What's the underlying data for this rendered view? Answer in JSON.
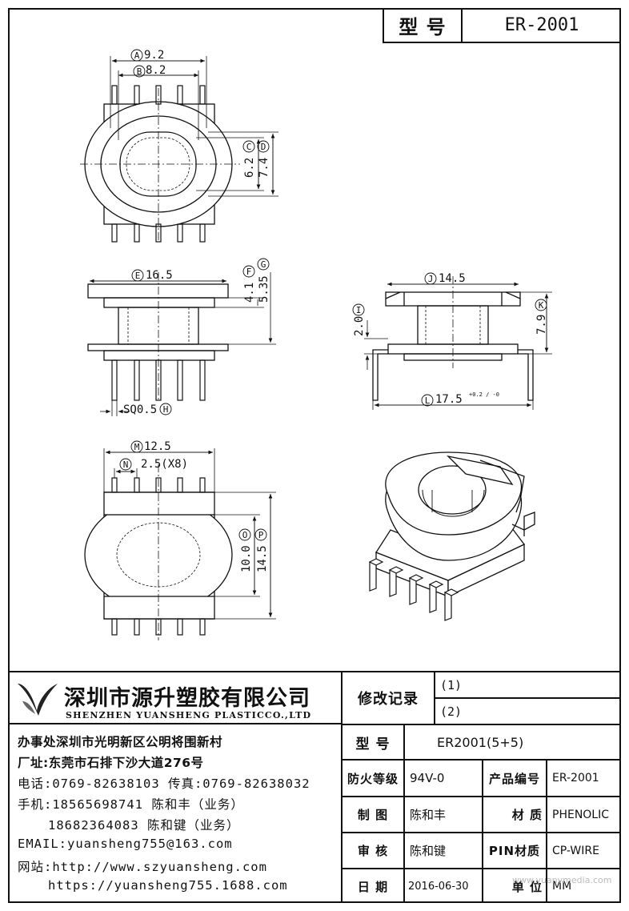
{
  "header": {
    "model_label": "型 号",
    "model_value": "ER-2001"
  },
  "drawing": {
    "top_view": {
      "a": "9.2",
      "b": "8.2",
      "c": "6.2",
      "d": "7.4"
    },
    "front_view": {
      "e": "16.5",
      "f": "4.1",
      "g": "5.35",
      "h": "SQ0.5"
    },
    "side_view": {
      "j": "14.5",
      "i": "2.0",
      "k": "7.9",
      "l": "17.5",
      "l_tol": "+0.2 / -0"
    },
    "bottom_view": {
      "m": "12.5",
      "n": "2.5(X8)",
      "o": "10.0",
      "p": "14.5"
    },
    "letters": [
      "A",
      "B",
      "C",
      "D",
      "E",
      "F",
      "G",
      "H",
      "J",
      "I",
      "K",
      "L",
      "M",
      "N",
      "O",
      "P"
    ]
  },
  "company": {
    "name_cn": "深圳市源升塑胶有限公司",
    "name_en": "SHENZHEN YUANSHENG PLASTICCO.,LTD",
    "office": "办事处深圳市光明新区公明将围新村",
    "factory": "厂址:东莞市石排下沙大道276号",
    "phone": "电话:0769-82638103 传真:0769-82638032",
    "mobile1": "手机:18565698741 陈和丰（业务）",
    "mobile2": "18682364083 陈和键（业务）",
    "email": "EMAIL:yuansheng755@163.com",
    "web1": "网站:http://www.szyuansheng.com",
    "web2": "https://yuansheng755.1688.com"
  },
  "table": {
    "revision_label": "修改记录",
    "rev1": "(1)",
    "rev2": "(2)",
    "model_label": "型 号",
    "model_value": "ER2001(5+5)",
    "fire_label": "防火等级",
    "fire_value": "94V-0",
    "product_no_label": "产品编号",
    "product_no_value": "ER-2001",
    "drawn_label": "制 图",
    "drawn_value": "陈和丰",
    "material_label": "材 质",
    "material_value": "PHENOLIC",
    "check_label": "审 核",
    "check_value": "陈和键",
    "pin_label": "PIN材质",
    "pin_value": "CP-WIRE",
    "date_label": "日 期",
    "date_value": "2016-06-30",
    "unit_label": "单 位",
    "unit_value": "MM"
  },
  "watermark": "www.yuanvmedia.com"
}
